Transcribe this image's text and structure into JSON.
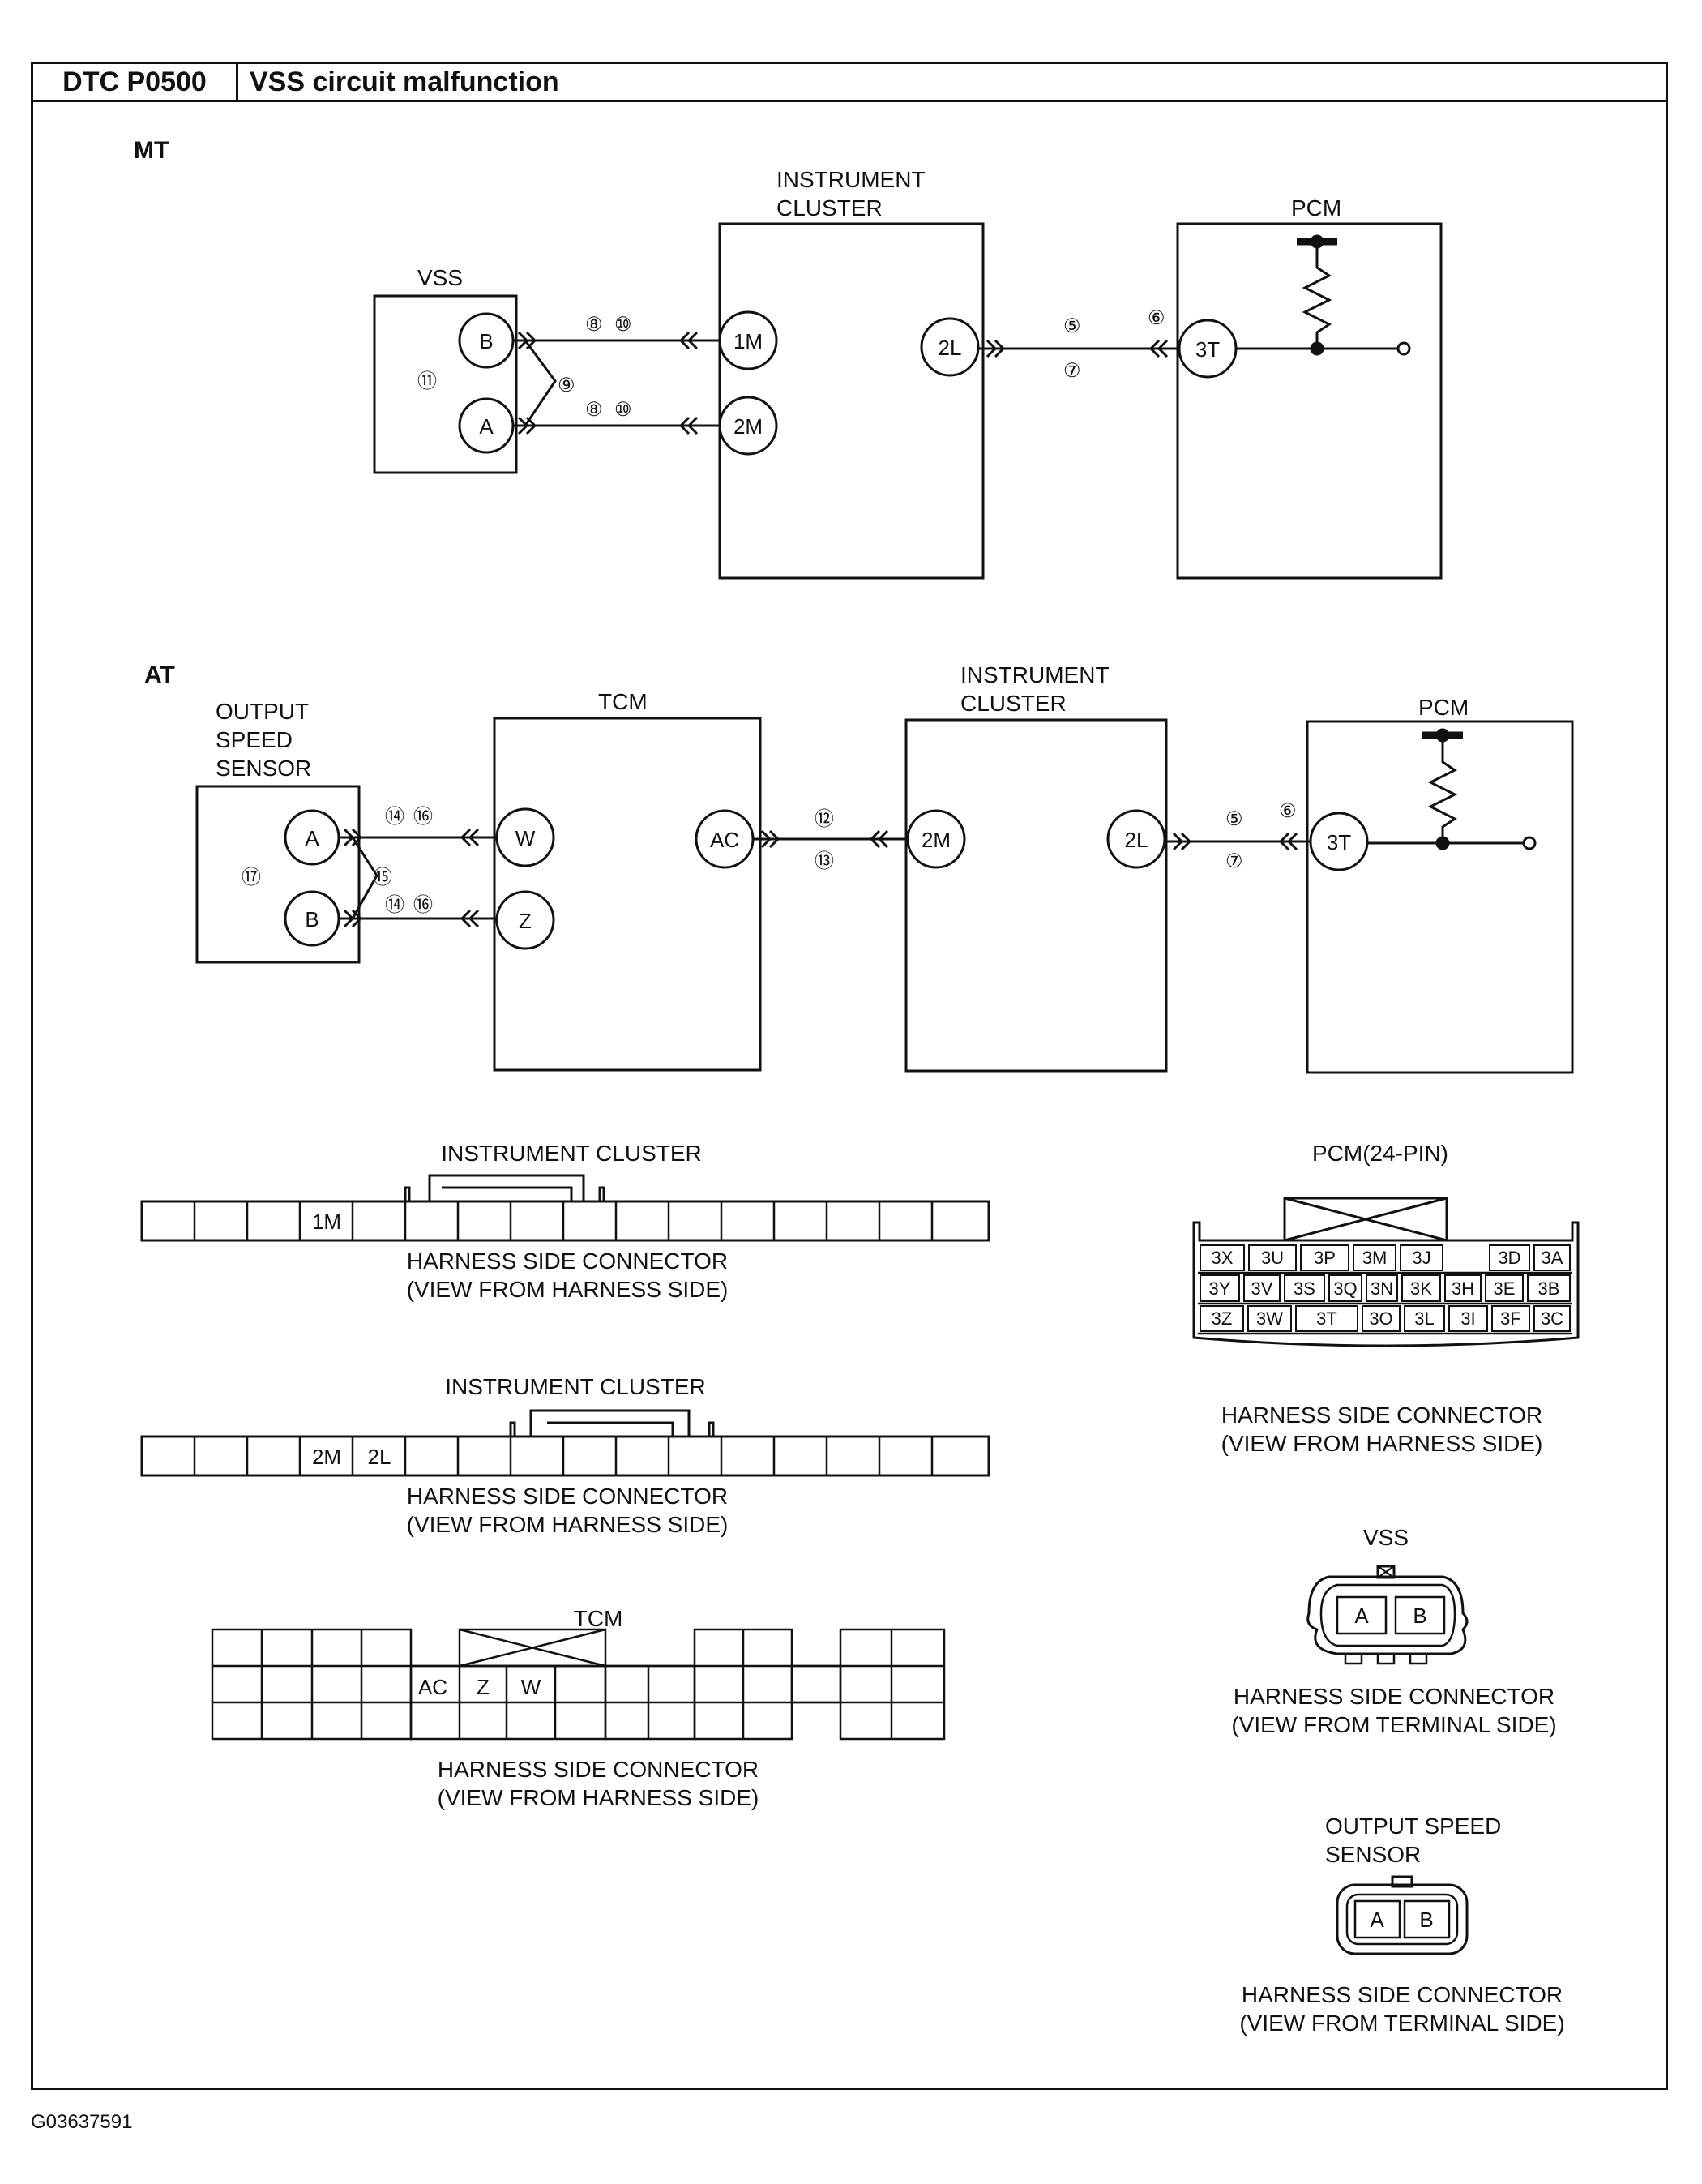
{
  "header": {
    "dtc_code": "DTC P0500",
    "dtc_title": "VSS circuit malfunction"
  },
  "mt": {
    "section": "MT",
    "vss": "VSS",
    "instrument_cluster": [
      "INSTRUMENT",
      "CLUSTER"
    ],
    "pcm": "PCM",
    "pins": {
      "b": "B",
      "a": "A",
      "p1m": "1M",
      "p2m": "2M",
      "p2l": "2L",
      "p3t": "3T"
    },
    "nums": {
      "n8a": "⑧",
      "n10a": "⑩",
      "n8b": "⑧",
      "n10b": "⑩",
      "n9": "⑨",
      "n11": "⑪",
      "n5": "⑤",
      "n7": "⑦",
      "n6": "⑥"
    }
  },
  "at": {
    "section": "AT",
    "sensor": [
      "OUTPUT",
      "SPEED",
      "SENSOR"
    ],
    "tcm": "TCM",
    "instrument_cluster": [
      "INSTRUMENT",
      "CLUSTER"
    ],
    "pcm": "PCM",
    "pins": {
      "a": "A",
      "b": "B",
      "w": "W",
      "z": "Z",
      "ac": "AC",
      "p2m": "2M",
      "p2l": "2L",
      "p3t": "3T"
    },
    "nums": {
      "n14a": "⑭",
      "n16a": "⑯",
      "n14b": "⑭",
      "n16b": "⑯",
      "n15": "⑮",
      "n17": "⑰",
      "n12": "⑫",
      "n13": "⑬",
      "n5": "⑤",
      "n7": "⑦",
      "n6": "⑥"
    }
  },
  "connectors": {
    "ic1": {
      "title": "INSTRUMENT CLUSTER",
      "cell": "1M",
      "caption": [
        "HARNESS SIDE CONNECTOR",
        "(VIEW FROM HARNESS SIDE)"
      ]
    },
    "ic2": {
      "title": "INSTRUMENT CLUSTER",
      "cells": [
        "2M",
        "2L"
      ],
      "caption": [
        "HARNESS SIDE CONNECTOR",
        "(VIEW FROM HARNESS SIDE)"
      ]
    },
    "tcm": {
      "title": "TCM",
      "cells": [
        "AC",
        "Z",
        "W"
      ],
      "caption": [
        "HARNESS SIDE CONNECTOR",
        "(VIEW FROM HARNESS SIDE)"
      ]
    },
    "pcm": {
      "title": "PCM(24-PIN)",
      "rows": [
        [
          "3X",
          "3U",
          "3P",
          "3M",
          "3J",
          "",
          "3D",
          "3A"
        ],
        [
          "3Y",
          "3V",
          "3S",
          "3Q",
          "3N",
          "3K",
          "3H",
          "3E",
          "3B"
        ],
        [
          "3Z",
          "3W",
          "3T",
          "3O",
          "3L",
          "3I",
          "3F",
          "3C"
        ]
      ],
      "caption": [
        "HARNESS SIDE CONNECTOR",
        "(VIEW FROM HARNESS SIDE)"
      ]
    },
    "vss": {
      "title": "VSS",
      "cells": [
        "A",
        "B"
      ],
      "caption": [
        "HARNESS SIDE CONNECTOR",
        "(VIEW FROM TERMINAL SIDE)"
      ]
    },
    "oss": {
      "title": [
        "OUTPUT SPEED",
        "SENSOR"
      ],
      "cells": [
        "A",
        "B"
      ],
      "caption": [
        "HARNESS SIDE CONNECTOR",
        "(VIEW FROM TERMINAL SIDE)"
      ]
    }
  },
  "figure_code": "G03637591"
}
